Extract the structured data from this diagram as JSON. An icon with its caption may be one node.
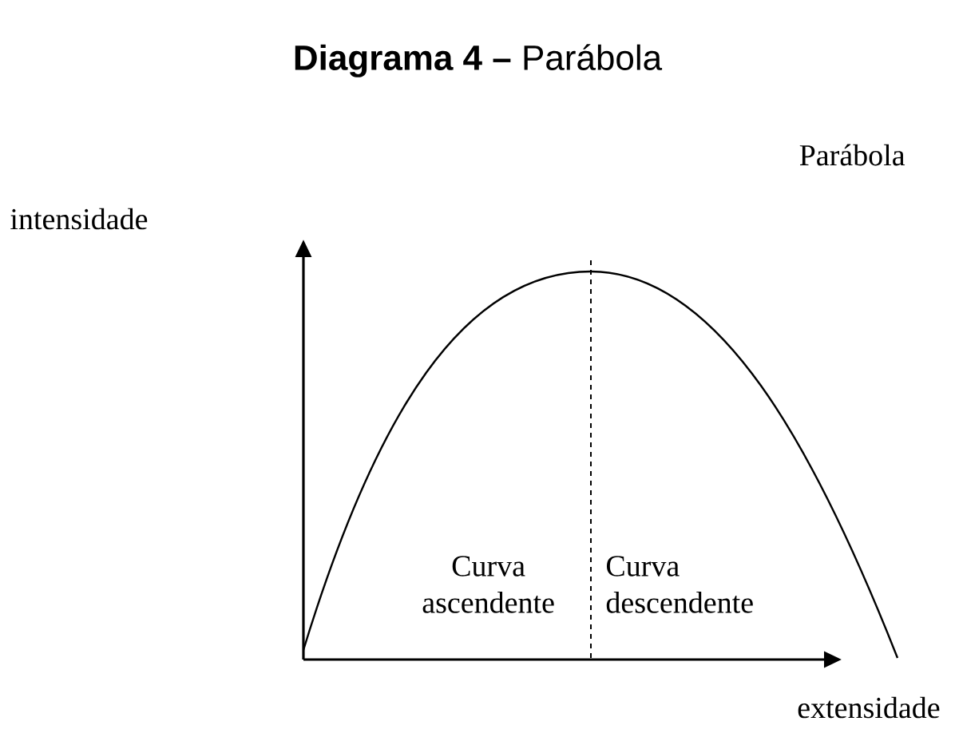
{
  "diagram": {
    "title": "**Diagrama 4 –** Parábola",
    "labels": [
      "Parábola",
      "intensidade",
      "Curva ascendente",
      "Curva descendente",
      "extensidade"
    ]
  }
}
